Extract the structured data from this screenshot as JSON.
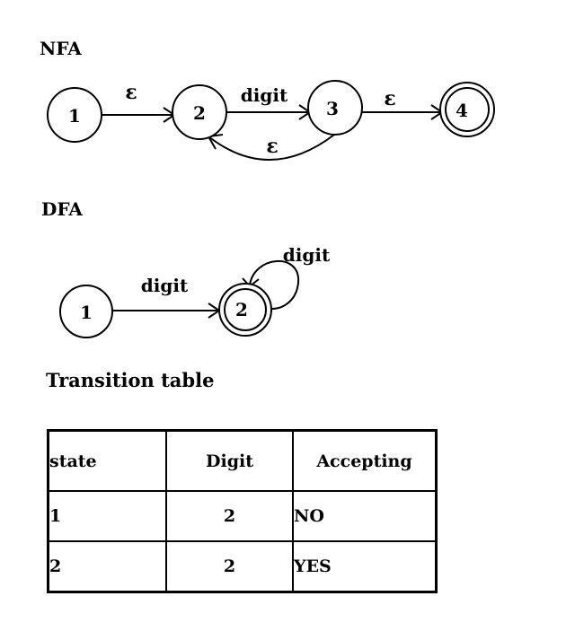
{
  "nfa": {
    "title": "NFA",
    "states": [
      "1",
      "2",
      "3",
      "4"
    ],
    "accepting_states": [
      "4"
    ],
    "edges": [
      {
        "from": "1",
        "to": "2",
        "label": "ε"
      },
      {
        "from": "2",
        "to": "3",
        "label": "digit"
      },
      {
        "from": "3",
        "to": "4",
        "label": "ε"
      },
      {
        "from": "3",
        "to": "2",
        "label": "ε"
      }
    ]
  },
  "dfa": {
    "title": "DFA",
    "states": [
      "1",
      "2"
    ],
    "accepting_states": [
      "2"
    ],
    "edges": [
      {
        "from": "1",
        "to": "2",
        "label": "digit"
      },
      {
        "from": "2",
        "to": "2",
        "label": "digit"
      }
    ]
  },
  "table": {
    "title": "Transition table",
    "headers": [
      "state",
      "Digit",
      "Accepting"
    ],
    "rows": [
      [
        "1",
        "2",
        "NO"
      ],
      [
        "2",
        "2",
        "YES"
      ]
    ]
  }
}
